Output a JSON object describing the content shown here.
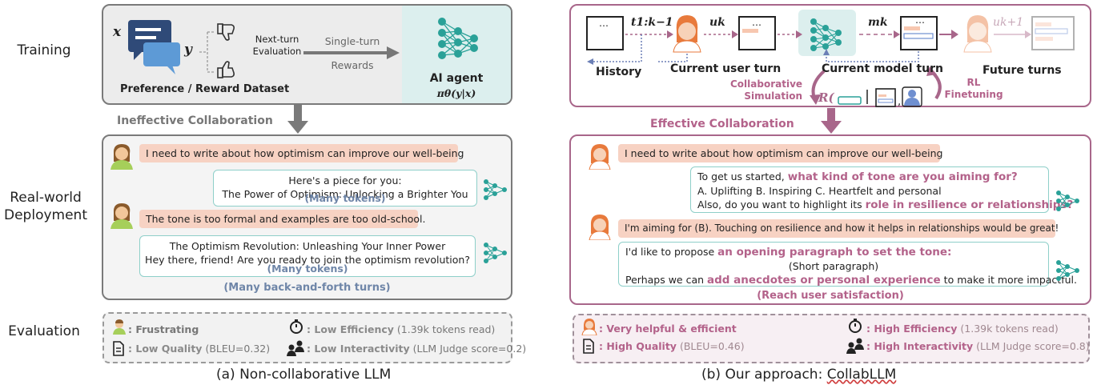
{
  "rows": {
    "training": "Training",
    "deployment_1": "Real-world",
    "deployment_2": "Deployment",
    "evaluation": "Evaluation"
  },
  "left": {
    "training": {
      "x_var": "x",
      "y_var": "y",
      "next_turn_1": "Next-turn",
      "next_turn_2": "Evaluation",
      "dataset_label": "Preference / Reward Dataset",
      "single_turn": "Single-turn",
      "rewards": "Rewards",
      "agent_label": "AI agent",
      "policy": "πθ(y|x)"
    },
    "section_title": "Ineffective Collaboration",
    "chat": {
      "user1": "I need to write about how optimism can improve our well-being",
      "bot1_line1": "Here's a piece for you:",
      "bot1_line2": "The Power of Optimism: Unlocking a Brighter You",
      "bot1_tokens": "(Many tokens)",
      "user2": "The tone is too formal and examples are too old-school.",
      "bot2_line1": "The Optimism Revolution: Unleashing Your Inner Power",
      "bot2_line2": "Hey there, friend! Are you ready to join the optimism revolution?",
      "bot2_tokens": "(Many tokens)",
      "footer": "(Many back-and-forth turns)"
    },
    "eval": {
      "frustrating": ": Frustrating",
      "efficiency": ": Low Efficiency",
      "efficiency_detail": "(1.39k tokens read)",
      "quality": ": Low Quality",
      "quality_detail": "(BLEU=0.32)",
      "interactivity": ": Low Interactivity",
      "interactivity_detail": "(LLM Judge score=0.2)"
    },
    "caption": "(a) Non-collaborative LLM"
  },
  "right": {
    "training": {
      "history": "History",
      "t_label": "t1:k−1",
      "u_label": "uk",
      "m_label": "mk",
      "u_next": "uk+1",
      "current_user_turn": "Current user turn",
      "current_model_turn": "Current model turn",
      "future_turns": "Future turns",
      "collab_sim_1": "Collaborative",
      "collab_sim_2": "Simulation",
      "rl_1": "RL",
      "rl_2": "Finetuning",
      "reward_R": "R("
    },
    "section_title": "Effective Collaboration",
    "chat": {
      "user1": "I need to write about how optimism can improve our well-being",
      "bot1_a": "To get us started, ",
      "bot1_a_hl": "what kind of tone are you aiming for?",
      "bot1_b": "A.  Uplifting    B. Inspiring    C. Heartfelt and personal",
      "bot1_c": "Also, do you want to highlight its ",
      "bot1_c_hl": "role in resilience or relationships?",
      "user2": "I'm aiming for (B). Touching on resilience and how it helps in relationships would be great!",
      "bot2_a": "I'd like to propose ",
      "bot2_a_hl": "an opening paragraph to set the tone:",
      "bot2_b": "(Short paragraph)",
      "bot2_c": "Perhaps we can ",
      "bot2_c_hl": "add anecdotes or personal experience",
      "bot2_c2": " to make it more impactful.",
      "footer": "(Reach user satisfaction)"
    },
    "eval": {
      "helpful": ": Very helpful & efficient",
      "efficiency": ": High Efficiency",
      "efficiency_detail": "(1.39k tokens read)",
      "quality": ": High Quality",
      "quality_detail": "(BLEU=0.46)",
      "interactivity": ": High Interactivity",
      "interactivity_detail": "(LLM Judge score=0.8)"
    },
    "caption_prefix": "(b) Our approach: ",
    "caption_name": "CollabLLM"
  },
  "colors": {
    "left_border": "#7a7a7a",
    "right_border": "#a8668a",
    "accent_pink": "#b3628a",
    "teal": "#2aa198",
    "token_blue": "#6f86a8"
  }
}
